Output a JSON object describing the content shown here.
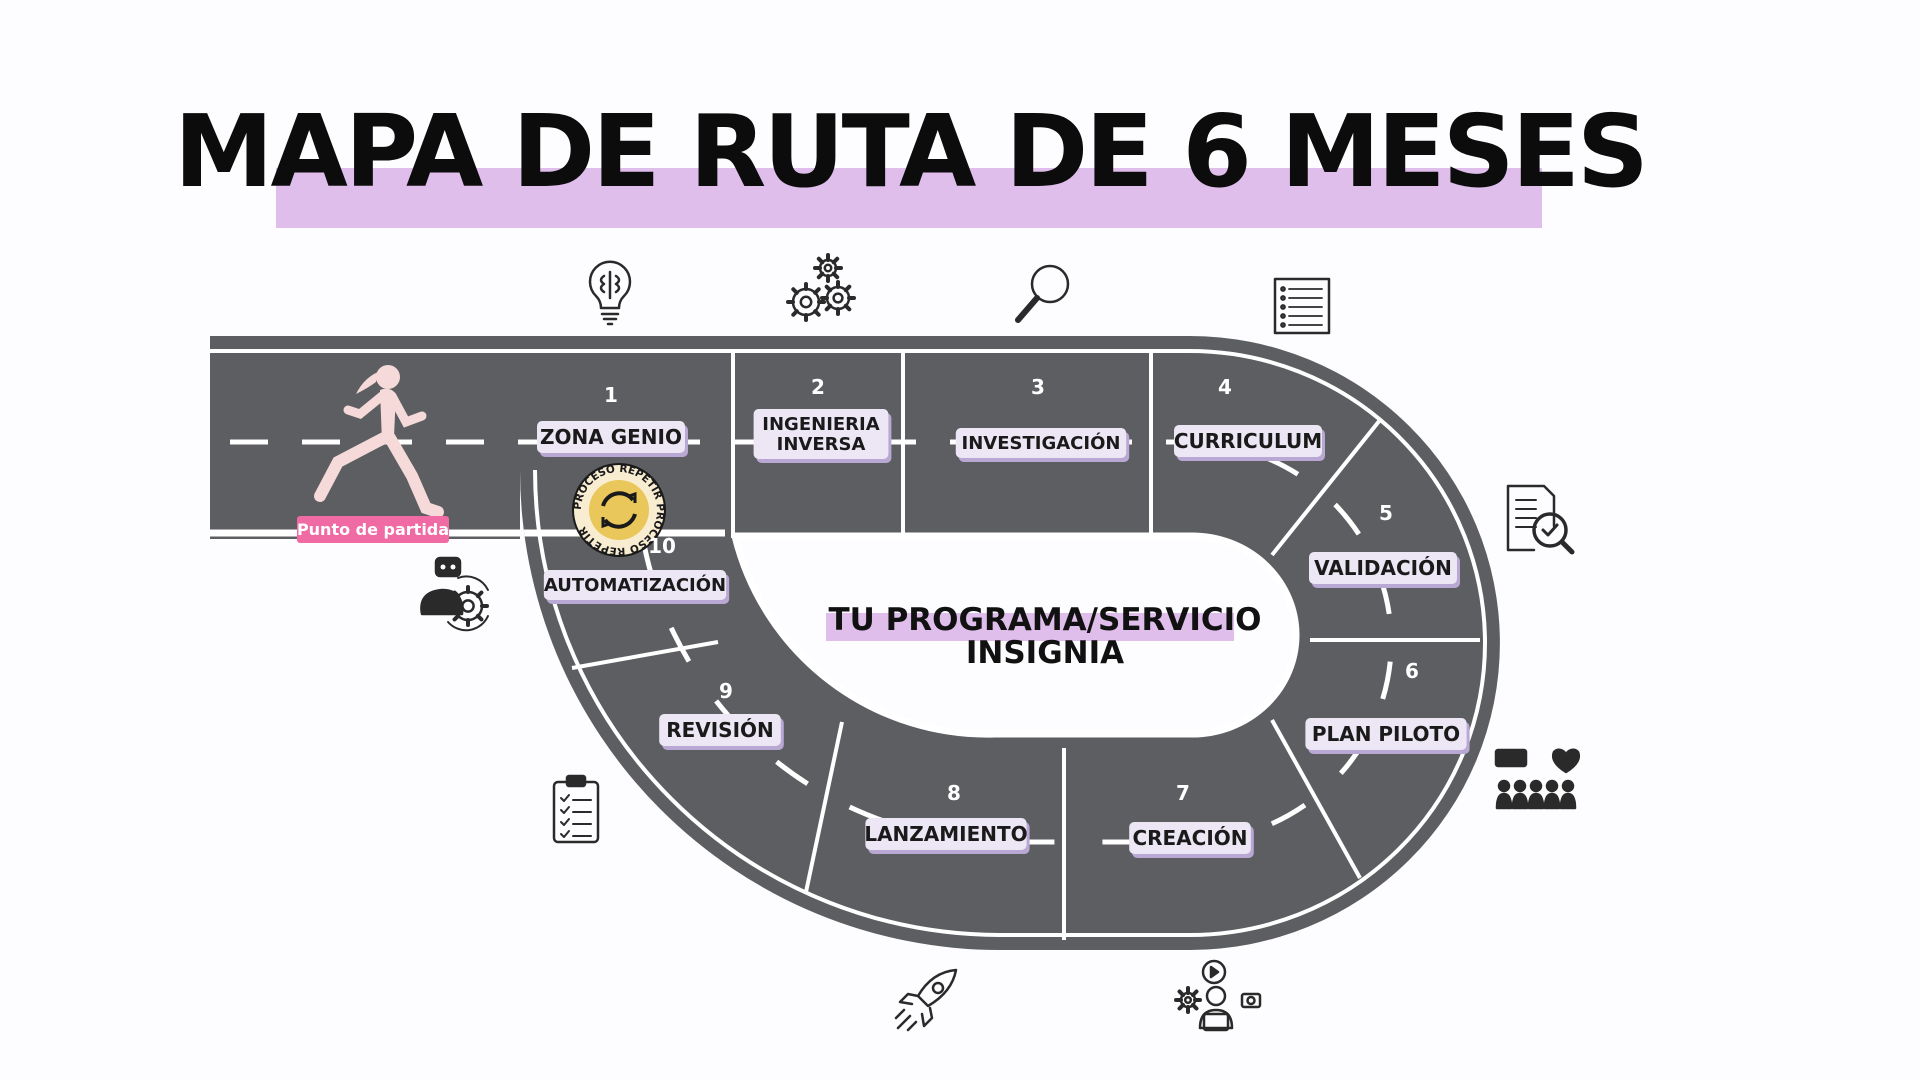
{
  "title": "MAPA DE RUTA DE 6 MESES",
  "center_label": [
    "TU PROGRAMA/SERVICIO",
    "INSIGNIA"
  ],
  "start_label": "Punto de partida",
  "cycle_badge_text": "PROCESO REPETIR PROCESO REPETIR",
  "colors": {
    "road": "#5c5e61",
    "road_line": "#ffffff",
    "highlight": "#dfbeec",
    "label_bg": "#ece6f5",
    "label_shadow": "#b9a7d4",
    "start_badge": "#f06aa4",
    "runner": "#f6d9d9",
    "badge_gold": "#e9c75a"
  },
  "steps": [
    {
      "number": "1",
      "label": [
        "ZONA GENIO"
      ],
      "icon": "brain-lightbulb-icon"
    },
    {
      "number": "2",
      "label": [
        "INGENIERIA",
        "INVERSA"
      ],
      "icon": "gears-icon"
    },
    {
      "number": "3",
      "label": [
        "INVESTIGACIÓN"
      ],
      "icon": "magnifier-icon"
    },
    {
      "number": "4",
      "label": [
        "CURRICULUM"
      ],
      "icon": "checklist-document-icon"
    },
    {
      "number": "5",
      "label": [
        "VALIDACIÓN"
      ],
      "icon": "document-check-icon"
    },
    {
      "number": "6",
      "label": [
        "PLAN PILOTO"
      ],
      "icon": "feedback-people-icon"
    },
    {
      "number": "7",
      "label": [
        "CREACIÓN"
      ],
      "icon": "content-creator-icon"
    },
    {
      "number": "8",
      "label": [
        "LANZAMIENTO"
      ],
      "icon": "rocket-icon"
    },
    {
      "number": "9",
      "label": [
        "REVISIÓN"
      ],
      "icon": "clipboard-icon"
    },
    {
      "number": "10",
      "label": [
        "AUTOMATIZACIÓN"
      ],
      "icon": "robot-gear-icon"
    }
  ]
}
